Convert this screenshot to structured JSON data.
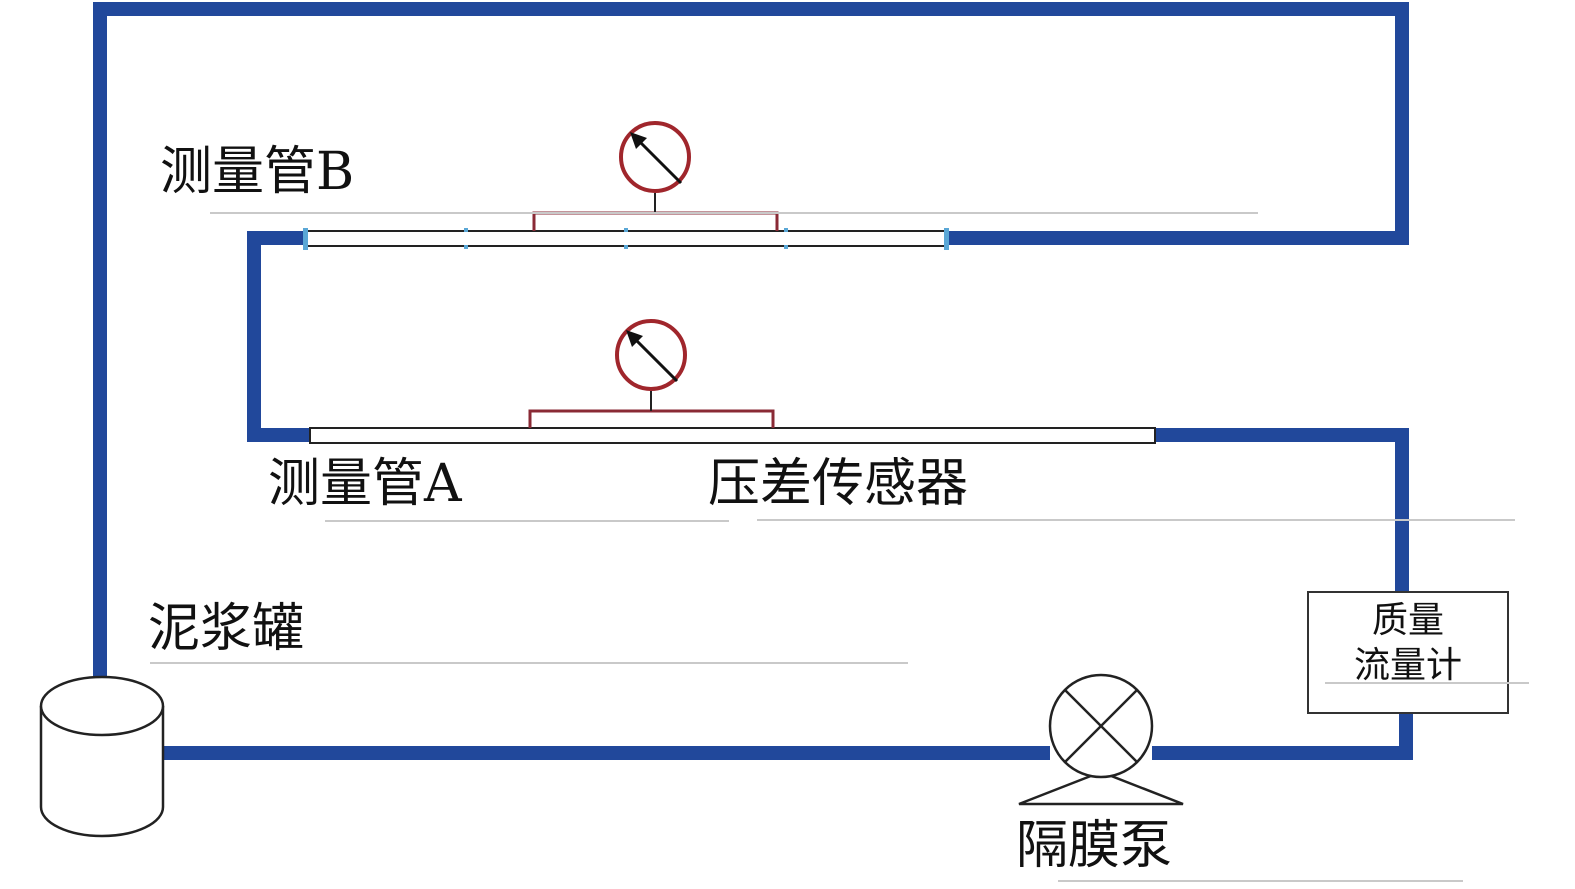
{
  "labels": {
    "tube_b": "测量管B",
    "tube_a": "测量管A",
    "sensor": "压差传感器",
    "tank": "泥浆罐",
    "flowmeter_line1": "质量",
    "flowmeter_line2": "流量计",
    "pump": "隔膜泵"
  },
  "colors": {
    "pipe": "#21489b",
    "gauge": "#a0262c",
    "bracket": "#8a2a35",
    "outline": "#222222",
    "marker": "#5aa7d6"
  }
}
